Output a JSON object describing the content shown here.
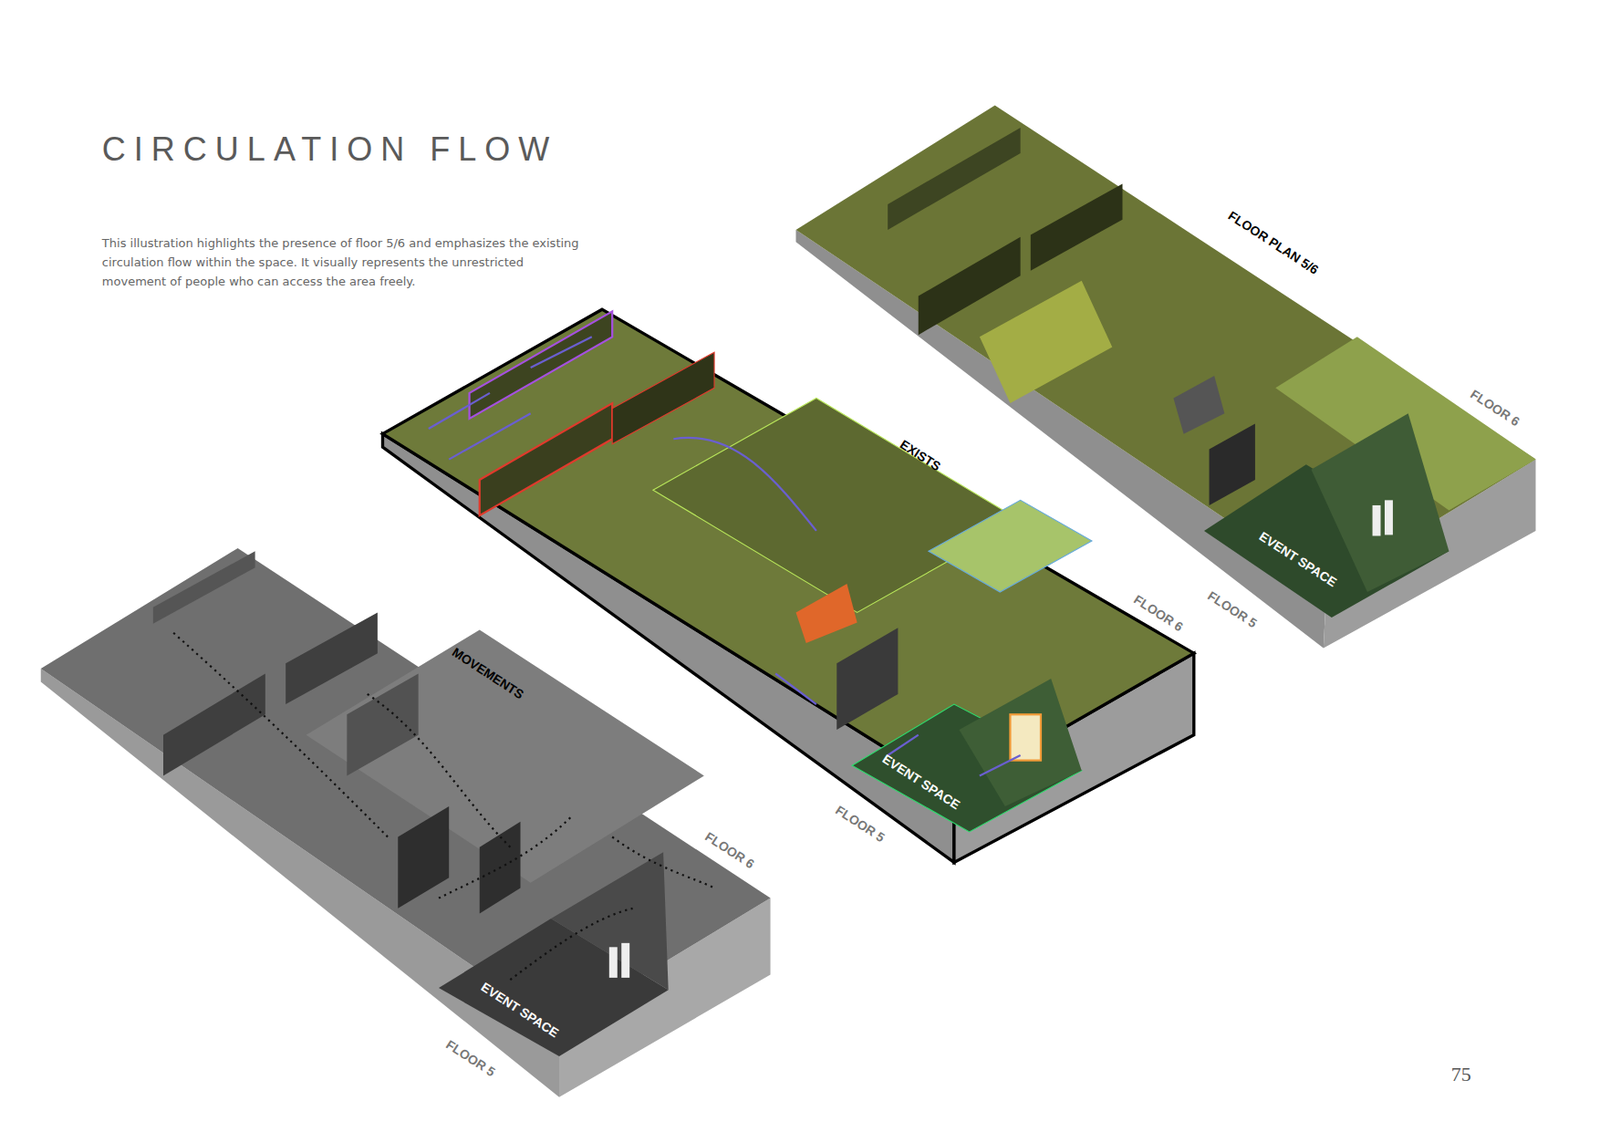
{
  "diagram": {
    "title": "CIRCULATION FLOW",
    "caption": "This illustration highlights the presence of floor 5/6 and emphasizes the existing circulation flow within the space. It visually represents the unrestricted movement of people who can access the area freely.",
    "labels": [
      "FLOOR PLAN 5/6",
      "FLOOR 6",
      "FLOOR 5",
      "EVENT SPACE",
      "EXISTS",
      "FLOOR 6",
      "FLOOR 5",
      "EVENT SPACE",
      "MOVEMENTS",
      "FLOOR 6",
      "EVENT SPACE",
      "FLOOR 5",
      "75"
    ]
  }
}
